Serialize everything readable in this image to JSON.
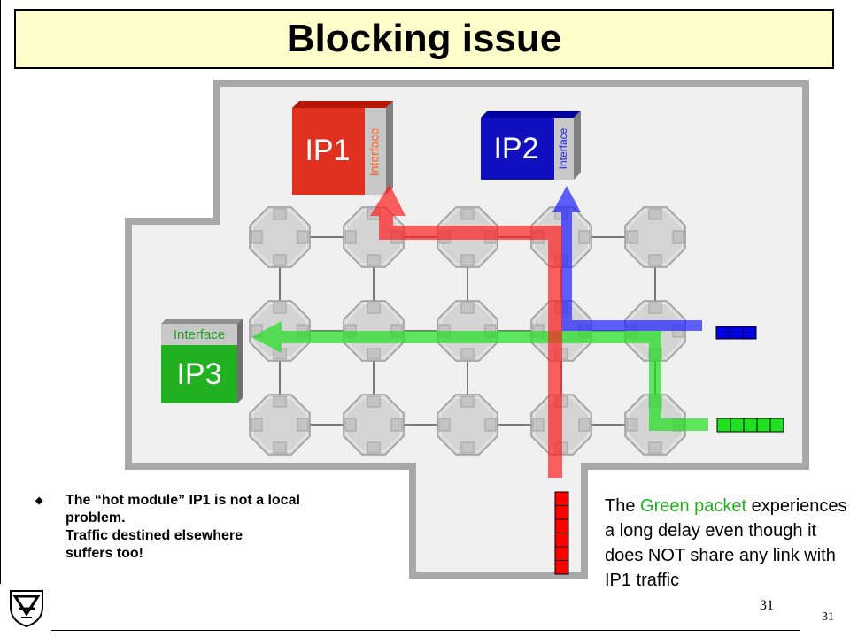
{
  "title": "Blocking issue",
  "modules": {
    "ip1": {
      "label": "IP1",
      "interface": "Interface",
      "color": "#e03020"
    },
    "ip2": {
      "label": "IP2",
      "interface": "Interface",
      "color": "#1010c0"
    },
    "ip3": {
      "label": "IP3",
      "interface": "Interface",
      "color": "#20a020"
    }
  },
  "colors": {
    "red_path": "#ff2020",
    "blue_path": "#2020ff",
    "green_path": "#20e020",
    "router": "#d0d0d0",
    "board": "#f0f0f0",
    "board_border": "#a8a8a8"
  },
  "bullet": {
    "marker": "◆",
    "lines": [
      "The “hot module” IP1 is not a local",
      "problem.",
      "Traffic destined elsewhere",
      "suffers too!"
    ]
  },
  "note": {
    "prefix": "The ",
    "highlight": "Green packet",
    "rest": " experiences a long delay even though it does NOT share any link with IP1 traffic"
  },
  "page_numbers": {
    "center": "31",
    "corner": "31"
  },
  "logo": {
    "icon": "technion-logo-icon"
  }
}
